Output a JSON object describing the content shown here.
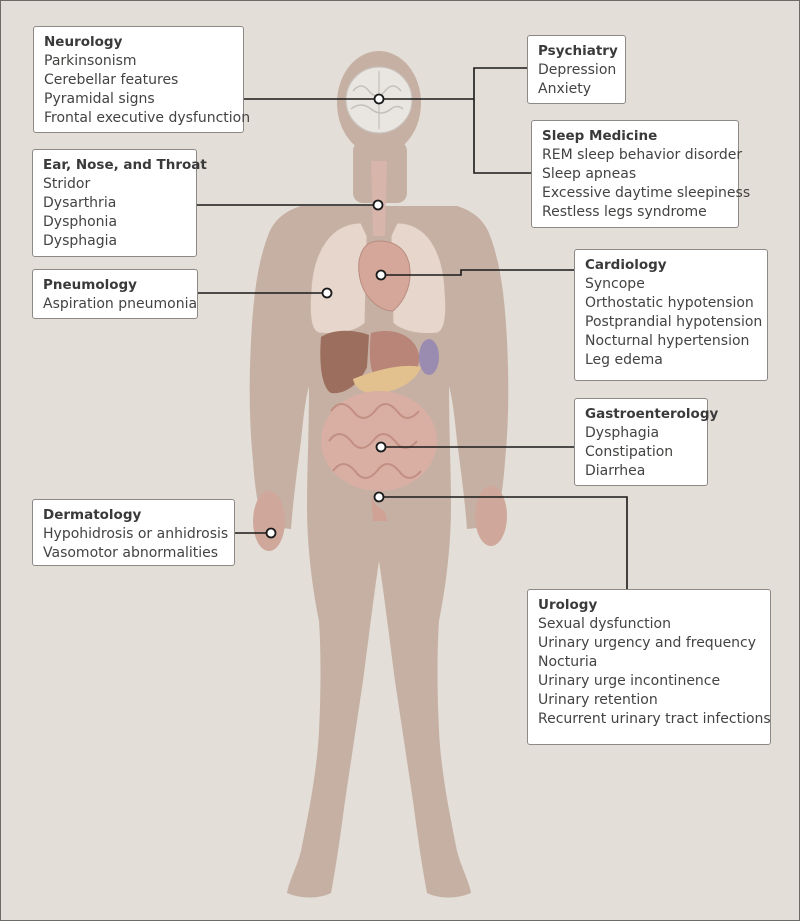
{
  "boxes": [
    {
      "key": "neurology",
      "title": "Neurology",
      "items": [
        "Parkinsonism",
        "Cerebellar features",
        "Pyramidal signs",
        "Frontal executive dysfunction"
      ]
    },
    {
      "key": "ent",
      "title": "Ear, Nose, and Throat",
      "items": [
        "Stridor",
        "Dysarthria",
        "Dysphonia",
        "Dysphagia"
      ]
    },
    {
      "key": "pneumology",
      "title": "Pneumology",
      "items": [
        "Aspiration pneumonia"
      ]
    },
    {
      "key": "dermatology",
      "title": "Dermatology",
      "items": [
        "Hypohidrosis or anhidrosis",
        "Vasomotor abnormalities"
      ]
    },
    {
      "key": "psychiatry",
      "title": "Psychiatry",
      "items": [
        "Depression",
        "Anxiety"
      ]
    },
    {
      "key": "sleep",
      "title": "Sleep Medicine",
      "items": [
        "REM sleep behavior disorder",
        "Sleep apneas",
        "Excessive daytime sleepiness",
        "Restless legs syndrome"
      ]
    },
    {
      "key": "cardiology",
      "title": "Cardiology",
      "items": [
        "Syncope",
        "Orthostatic hypotension",
        "Postprandial hypotension",
        "Nocturnal hypertension",
        "Leg edema"
      ]
    },
    {
      "key": "gastro",
      "title": "Gastroenterology",
      "items": [
        "Dysphagia",
        "Constipation",
        "Diarrhea"
      ]
    },
    {
      "key": "urology",
      "title": "Urology",
      "items": [
        "Sexual dysfunction",
        "Urinary urgency and frequency",
        "Nocturia",
        "Urinary urge incontinence",
        "Urinary retention",
        "Recurrent urinary tract infections"
      ]
    }
  ]
}
